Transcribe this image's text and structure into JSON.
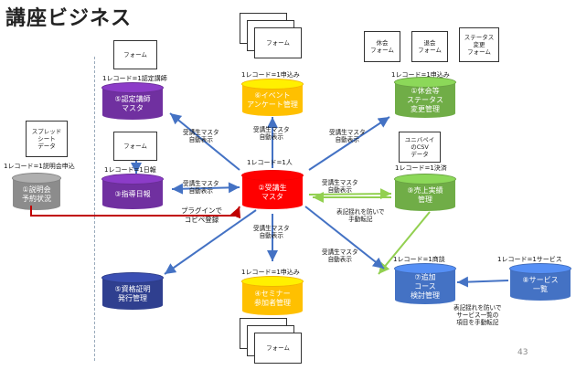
{
  "title": "講座ビジネス",
  "slide_number": "43",
  "colors": {
    "gray": "#8c8c8c",
    "purple": "#7030a0",
    "red": "#ff0000",
    "yellow": "#ffc000",
    "green": "#70ad47",
    "blue": "#4472c4",
    "navy": "#2f3f8f",
    "arrow_blue": "#4472c4",
    "arrow_green": "#92d050",
    "arrow_red": "#c00000"
  },
  "nodes": {
    "setsumeikai": {
      "label_1": "①説明会",
      "label_2": "予約状況",
      "record": "1レコード=1説明会申込"
    },
    "nintei": {
      "label_1": "⑤認定講師",
      "label_2": "マスタ",
      "record": "1レコード=1認定講師"
    },
    "shido": {
      "label_1": "③指導日報",
      "record": "1レコード=1日報"
    },
    "shikaku": {
      "label_1": "⑤資格証明",
      "label_2": "発行管理"
    },
    "jukousei": {
      "label_1": "②受講生",
      "label_2": "マスタ",
      "record": "1レコード=1人"
    },
    "event": {
      "label_1": "⑥イベント",
      "label_2": "アンケート管理",
      "record": "1レコード=1申込み"
    },
    "seminar": {
      "label_1": "④セミナー",
      "label_2": "参加者管理",
      "record": "1レコード=1申込み"
    },
    "kyukai": {
      "label_1": "①休会等",
      "label_2": "ステータス",
      "label_3": "変更管理",
      "record": "1レコード=1申込み"
    },
    "uriage": {
      "label_1": "⑨売上実績",
      "label_2": "管理",
      "record": "1レコード=1決済"
    },
    "tsuika": {
      "label_1": "⑦追加",
      "label_2": "コース",
      "label_3": "検討管理",
      "record": "1レコード=1商談"
    },
    "service": {
      "label_1": "⑧サービス",
      "label_2": "一覧",
      "record": "1レコード=1サービス"
    }
  },
  "docs": {
    "spreadsheet": {
      "line_1": "スプレッド",
      "line_2": "シート",
      "line_3": "データ"
    },
    "form_nintei": "フォーム",
    "form_shido": "フォーム",
    "form_event": "フォーム",
    "form_seminar": "フォーム",
    "kyukai_form": {
      "line_1": "休会",
      "line_2": "フォーム"
    },
    "taikai_form": {
      "line_1": "退会",
      "line_2": "フォーム"
    },
    "status_form": {
      "line_1": "ステータス",
      "line_2": "変更",
      "line_3": "フォーム"
    },
    "univapay": {
      "line_1": "ユニバペイ",
      "line_2": "のCSV",
      "line_3": "データ"
    }
  },
  "notes": {
    "auto_1": {
      "line_1": "受講生マスタ",
      "line_2": "自動表示"
    },
    "auto_2": {
      "line_1": "受講生マスタ",
      "line_2": "自動表示"
    },
    "auto_3": {
      "line_1": "受講生マスタ",
      "line_2": "自動表示"
    },
    "auto_4": {
      "line_1": "受講生マスタ",
      "line_2": "自動表示"
    },
    "auto_5": {
      "line_1": "受講生マスタ",
      "line_2": "自動表示"
    },
    "auto_6": {
      "line_1": "受講生マスタ",
      "line_2": "自動表示"
    },
    "auto_7": {
      "line_1": "受講生マスタ",
      "line_2": "自動表示"
    },
    "plugin": {
      "line_1": "プラグインで",
      "line_2": "コピペ登録"
    },
    "manual_1": {
      "line_1": "表記揺れを防いで",
      "line_2": "手動転記"
    },
    "manual_2": {
      "line_1": "表記揺れを防いで",
      "line_2": "サービス一覧の",
      "line_3": "項目を手動転記"
    }
  }
}
